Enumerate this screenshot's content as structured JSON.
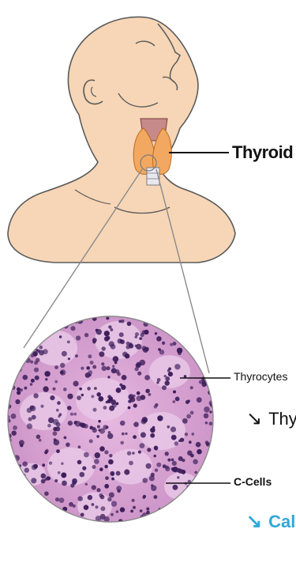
{
  "labels": {
    "thyroid": "Thyroid",
    "thyrocytes": "Thyrocytes",
    "c_cells": "C-Cells"
  },
  "hormones": {
    "thyrocytes_text": "Thy",
    "c_cells_text": "Cal"
  },
  "icons": {
    "arrow": "↘"
  },
  "colors": {
    "skin": "#f6d6b6",
    "outline": "#5a5a5a",
    "gland": "#f2a860",
    "tissue_bg": "#d9a9d4",
    "nucleus": "#3b1d5a",
    "follicle": "#e7c7e6",
    "accent": "#2ea9d8"
  }
}
